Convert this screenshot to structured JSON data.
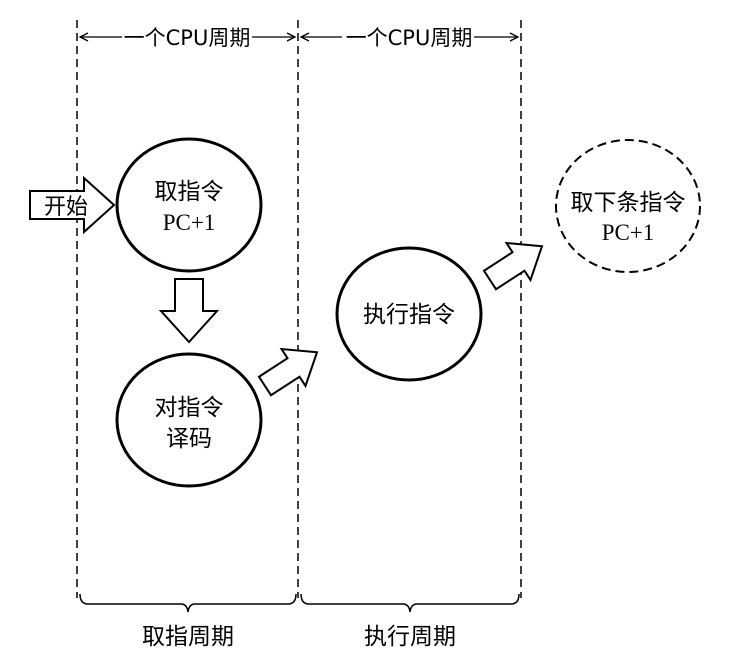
{
  "top_labels": [
    "一个CPU周期",
    "一个CPU周期"
  ],
  "start_label": "开始",
  "nodes": {
    "fetch": {
      "line1": "取指令",
      "line2": "PC+1"
    },
    "decode": {
      "line1": "对指令",
      "line2": "译码"
    },
    "execute": {
      "line1": "执行指令"
    },
    "next": {
      "line1": "取下条指令",
      "line2": "PC+1"
    }
  },
  "bottom_labels": [
    "取指周期",
    "执行周期"
  ],
  "colors": {
    "line": "#000000",
    "background": "#ffffff"
  }
}
